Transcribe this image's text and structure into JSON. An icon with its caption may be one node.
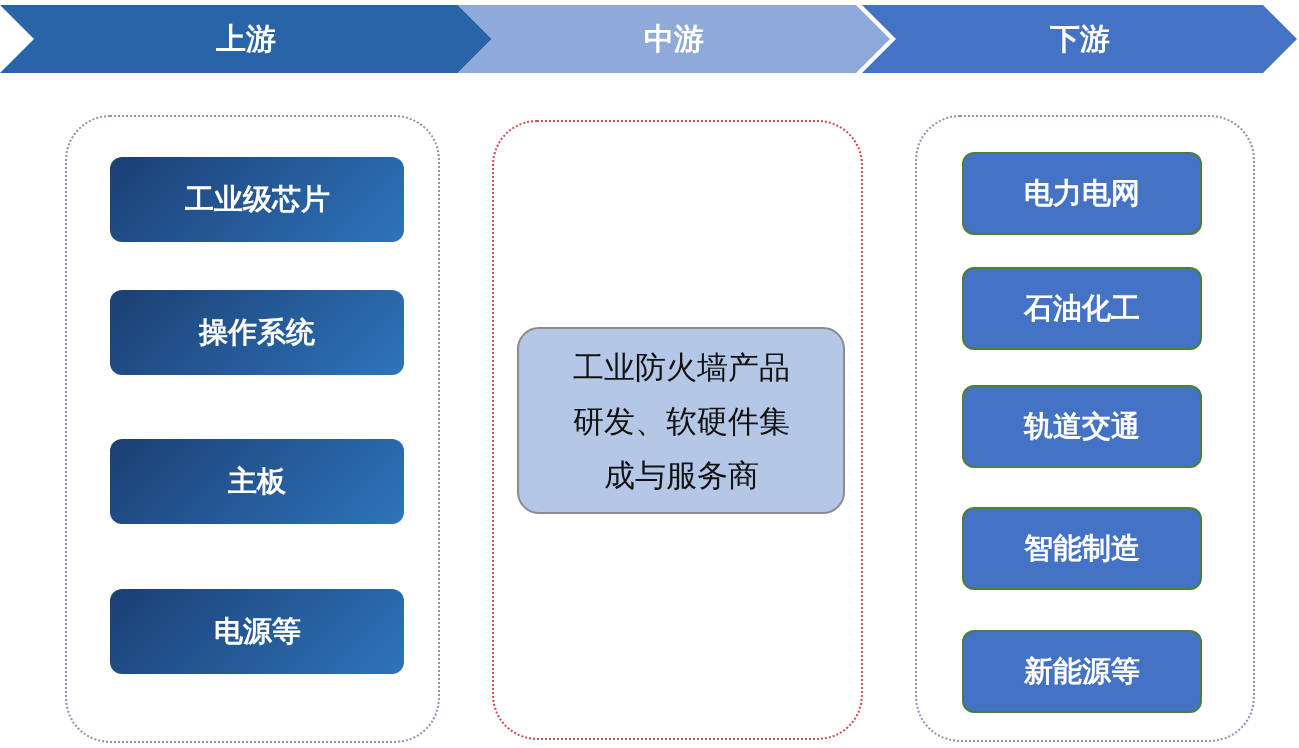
{
  "diagram": {
    "nodes": [
      {
        "text": [
          "上游"
        ]
      },
      {
        "text": [
          "中游"
        ]
      },
      {
        "text": [
          "下游"
        ]
      },
      {
        "text": [],
        "shape": "box"
      },
      {
        "text": [
          "工业级芯片"
        ],
        "in": 3
      },
      {
        "text": [
          "操作系统"
        ],
        "in": 3
      },
      {
        "text": [
          "主板"
        ],
        "in": 3
      },
      {
        "text": [
          "电源等"
        ],
        "in": 3
      },
      {
        "text": [],
        "shape": "box"
      },
      {
        "text": [
          "工业防火墙产品研发、软硬件集成与服务商"
        ],
        "in": 8
      },
      {
        "text": [],
        "shape": "box"
      },
      {
        "text": [
          "电力电网"
        ],
        "in": 10
      },
      {
        "text": [
          "石油化工"
        ],
        "in": 10
      },
      {
        "text": [
          "轨道交通"
        ],
        "in": 10
      },
      {
        "text": [
          "智能制造"
        ],
        "in": 10
      },
      {
        "text": [
          "新能源等"
        ],
        "in": 10
      }
    ]
  }
}
